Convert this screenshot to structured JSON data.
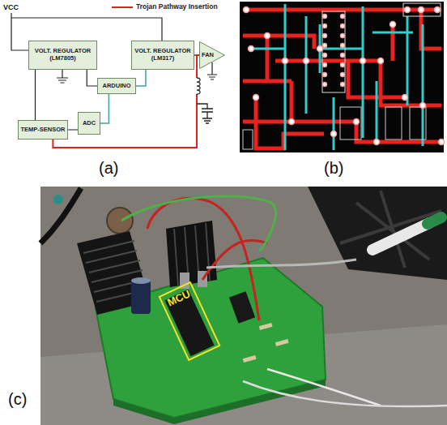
{
  "diagram": {
    "nodes": [
      {
        "text": [
          "VOLT. REGULATOR (LM7805)"
        ]
      },
      {
        "text": [
          "VOLT. REGULATOR (LM317)"
        ]
      },
      {
        "text": [
          "FAN"
        ]
      },
      {
        "text": [
          "ARDUINO"
        ]
      },
      {
        "text": [
          "ADC"
        ]
      },
      {
        "text": [
          "TEMP-SENSOR"
        ]
      },
      {
        "text": [
          "MCU"
        ]
      }
    ],
    "edges": [
      {
        "from": 0,
        "to": 3,
        "arrow": "none"
      },
      {
        "from": 0,
        "to": 5,
        "arrow": "none"
      },
      {
        "from": 1,
        "to": 2,
        "arrow": "none"
      },
      {
        "from": 3,
        "to": 1,
        "arrow": "none"
      },
      {
        "from": 4,
        "to": 3,
        "arrow": "none"
      },
      {
        "from": 5,
        "to": 4,
        "arrow": "none"
      },
      {
        "from": 5,
        "to": 2,
        "arrow": "none"
      }
    ],
    "labels": [
      "VCC",
      "(a)",
      "(b)",
      "(c)"
    ],
    "legend": [
      {
        "text": "Trojan Pathway Insertion"
      }
    ]
  }
}
